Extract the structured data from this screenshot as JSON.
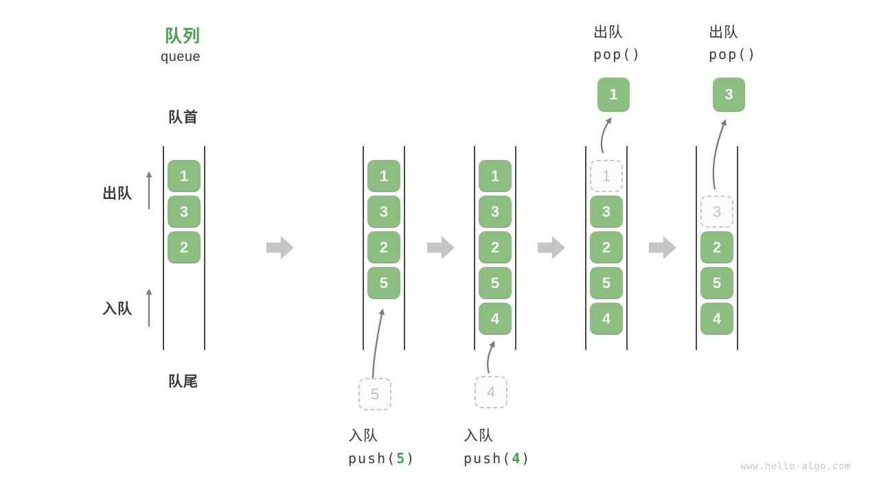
{
  "title": {
    "zh": "队列",
    "en": "queue"
  },
  "side_labels": {
    "front": "队首",
    "rear": "队尾",
    "dequeue": "出队",
    "enqueue": "入队"
  },
  "columns": [
    {
      "slots": [
        "1",
        "3",
        "2"
      ],
      "ghost_slots": []
    },
    {
      "slots": [
        "1",
        "3",
        "2",
        "5"
      ],
      "ghost_slots": []
    },
    {
      "slots": [
        "1",
        "3",
        "2",
        "5",
        "4"
      ],
      "ghost_slots": []
    },
    {
      "slots": [
        "1",
        "3",
        "2",
        "5",
        "4"
      ],
      "ghost_slots": [
        0
      ]
    },
    {
      "slots": [
        "3",
        "2",
        "5",
        "4"
      ],
      "ghost_slots": [
        0
      ]
    }
  ],
  "operations": {
    "push5": {
      "label": "入队",
      "code_pre": "push(",
      "arg": "5",
      "code_post": ")"
    },
    "push4": {
      "label": "入队",
      "code_pre": "push(",
      "arg": "4",
      "code_post": ")"
    },
    "pop1": {
      "label": "出队",
      "code": "pop()",
      "value": "1"
    },
    "pop3": {
      "label": "出队",
      "code": "pop()",
      "value": "3"
    }
  },
  "watermark": "www.hello-algo.com",
  "colors": {
    "accent_green": "#449e50",
    "box_green": "#8dbe81",
    "box_text": "#f4f6f1",
    "ghost_border": "#c9c9c9",
    "ghost_text": "#c3c3c3",
    "wall": "#474747",
    "text_dark": "#3a3a3a",
    "block_arrow": "#c5c5c5",
    "thin_arrow": "#7e7e7e",
    "watermark": "#c9c9c9"
  }
}
